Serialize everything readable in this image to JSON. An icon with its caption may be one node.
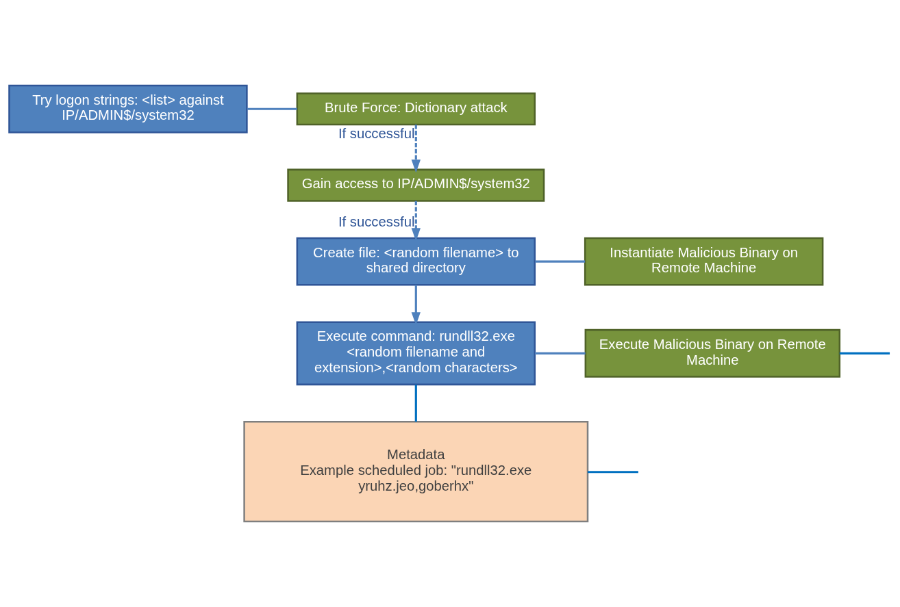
{
  "diagram": {
    "nodes": [
      {
        "text": [
          "Try logon strings: <list> against IP/ADMIN$/system32"
        ]
      },
      {
        "text": [
          "Brute Force: Dictionary attack"
        ]
      },
      {
        "text": [
          "Gain access to IP/ADMIN$/system32"
        ]
      },
      {
        "text": [
          "Create file: <random filename> to shared directory"
        ]
      },
      {
        "text": [
          "Instantiate Malicious Binary on Remote Machine"
        ]
      },
      {
        "text": [
          "Execute command: rundll32.exe <random filename and extension>,<random characters>"
        ]
      },
      {
        "text": [
          "Execute Malicious Binary on Remote Machine"
        ]
      },
      {
        "text": [
          "Metadata",
          "Example scheduled job: \"rundll32.exe yruhz.jeo,goberhx\""
        ]
      }
    ],
    "edges": [
      {
        "from": 0,
        "to": 1,
        "arrow": "none"
      },
      {
        "from": 1,
        "to": 2,
        "arrow": "to",
        "label": "If successful",
        "style": "dashed"
      },
      {
        "from": 2,
        "to": 3,
        "arrow": "to",
        "label": "If successful",
        "style": "dashed"
      },
      {
        "from": 3,
        "to": 4,
        "arrow": "none"
      },
      {
        "from": 3,
        "to": 5,
        "arrow": "to"
      },
      {
        "from": 5,
        "to": 6,
        "arrow": "none"
      },
      {
        "from": 5,
        "to": 7,
        "arrow": "none",
        "color": "#0070c0"
      },
      {
        "from": 6,
        "to": null,
        "arrow": "none",
        "color": "#0070c0"
      },
      {
        "from": 7,
        "to": null,
        "arrow": "none",
        "color": "#0070c0"
      }
    ]
  }
}
